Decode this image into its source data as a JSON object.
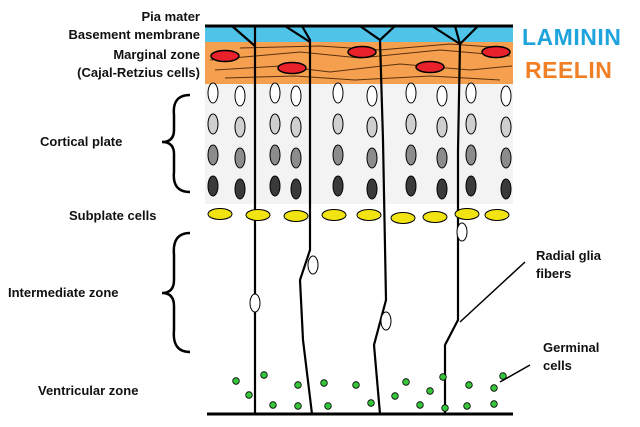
{
  "labels": {
    "pia_mater": "Pia mater",
    "basement_membrane": "Basement membrane",
    "marginal_zone": "Marginal zone",
    "cajal_retzius": "(Cajal-Retzius cells)",
    "cortical_plate": "Cortical plate",
    "subplate": "Subplate cells",
    "intermediate": "Intermediate zone",
    "ventricular": "Ventricular zone",
    "radial_glia_1": "Radial glia",
    "radial_glia_2": "fibers",
    "germinal_1": "Germinal",
    "germinal_2": "cells"
  },
  "legend": {
    "laminin": "LAMININ",
    "reelin": "REELIN"
  },
  "colors": {
    "laminin_layer": "#4fc3e8",
    "laminin_text": "#1fa3dd",
    "reelin_layer": "#f5a04f",
    "reelin_text": "#f07f26",
    "cajal_retzius_cell": "#e8212b",
    "subplate_cell": "#f2e312",
    "germinal_cell": "#35c43a",
    "neuron_shades": [
      "#ffffff",
      "#cfcfcf",
      "#8c8c8c",
      "#3a3a3a"
    ]
  },
  "icons": {
    "cortical_plate_brace": "curly-brace",
    "intermediate_zone_brace": "curly-brace"
  }
}
